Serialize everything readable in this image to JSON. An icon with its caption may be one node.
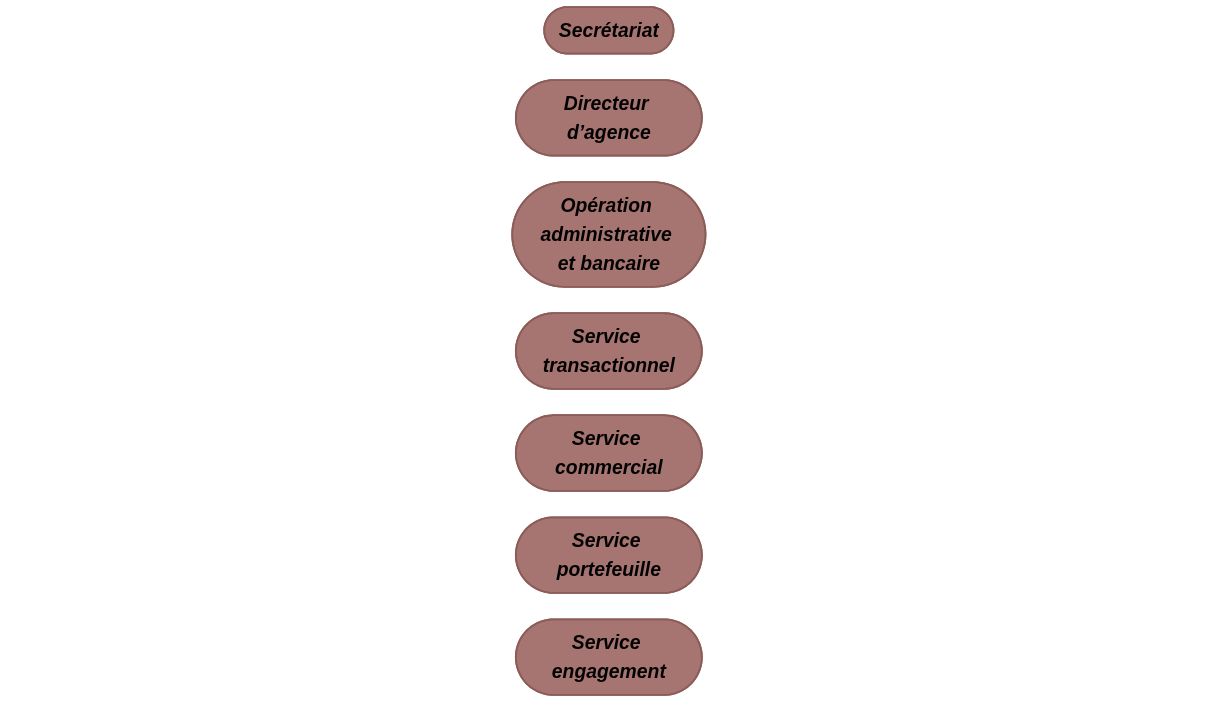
{
  "diagram": {
    "nodes": [
      {
        "text": [
          "Secrétariat"
        ]
      },
      {
        "text": [
          "Directeur d’agence"
        ]
      },
      {
        "text": [
          "Opération administrative et bancaire"
        ]
      },
      {
        "text": [
          "Service transactionnel"
        ]
      },
      {
        "text": [
          "Service commercial"
        ]
      },
      {
        "text": [
          "Service portefeuille"
        ]
      },
      {
        "text": [
          "Service engagement"
        ]
      }
    ]
  }
}
